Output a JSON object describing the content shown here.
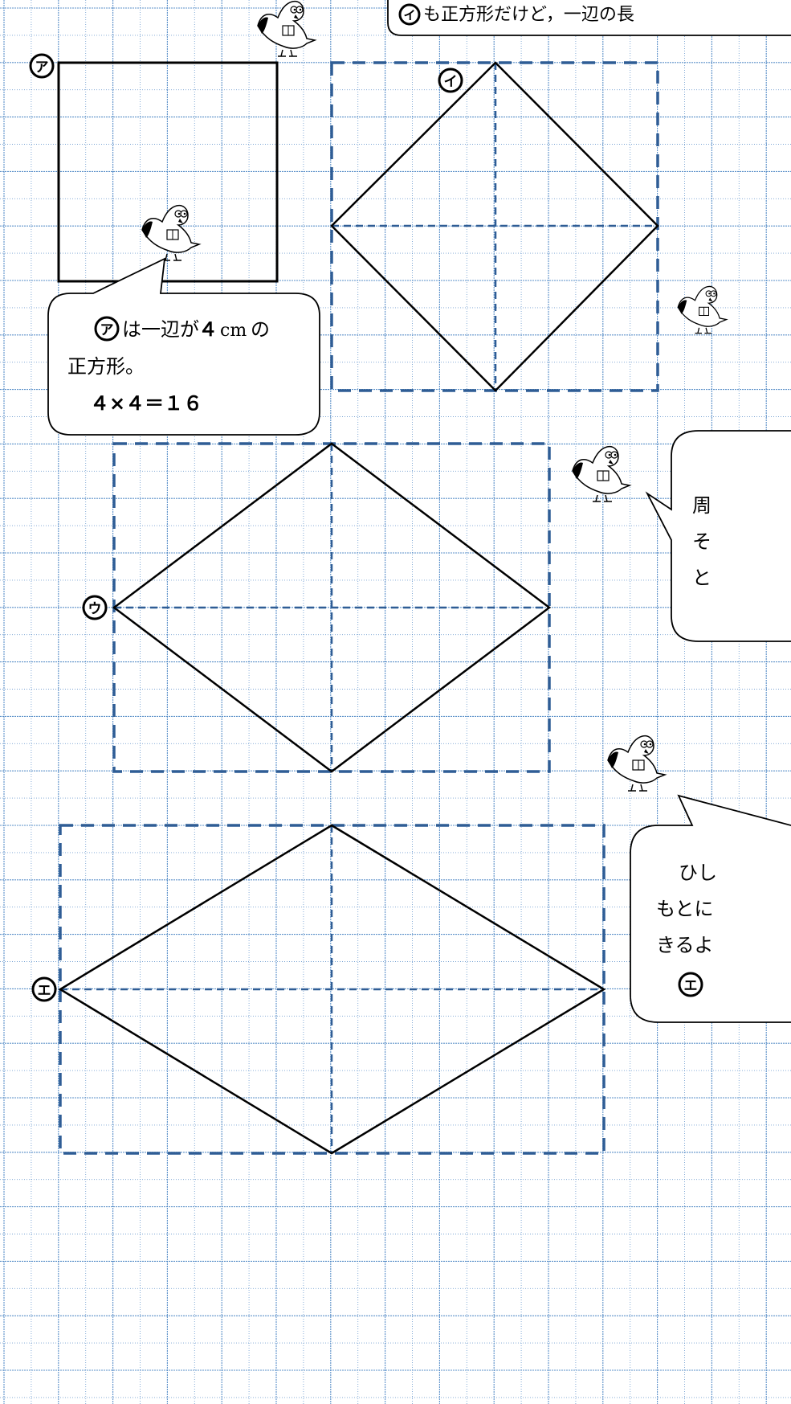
{
  "labels": {
    "a": "ア",
    "i": "イ",
    "u": "ウ",
    "e": "エ",
    "e2": "エ"
  },
  "bubbles": {
    "top": {
      "marker": "イ",
      "text": "も正方形だけど，一辺の長"
    },
    "left": {
      "marker": "ア",
      "line1a": "は一辺が",
      "line1b": "４",
      "line1c": "cm",
      "line1d": "の",
      "line2": "正方形。",
      "line3": "４×４＝１６"
    },
    "right_mid": {
      "line1": "周",
      "line2": "そ",
      "line3": "と"
    },
    "right_bottom": {
      "line1": "ひし",
      "line2": "もとに",
      "line3": "きるよ"
    }
  },
  "icons": {
    "mascot": "bird-reading-book-icon",
    "circled_katakana": "circled-katakana-label"
  },
  "colors": {
    "grid_line": "#4a84c4",
    "dashed_frame": "#2f5d95",
    "shape_stroke": "#000000"
  }
}
